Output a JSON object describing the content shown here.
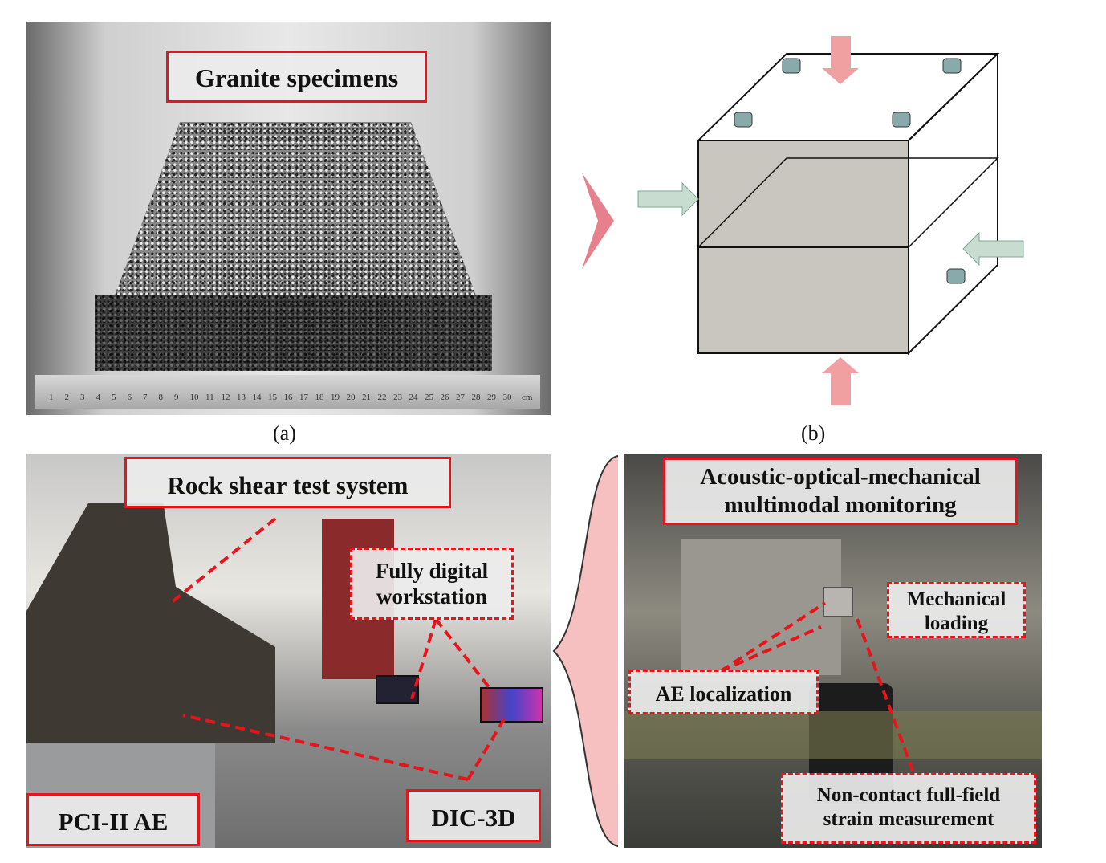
{
  "panel_a": {
    "label": "Granite specimens",
    "caption": "(a)",
    "ruler_numbers": [
      "1",
      "2",
      "3",
      "4",
      "5",
      "6",
      "7",
      "8",
      "9",
      "10",
      "11",
      "12",
      "13",
      "14",
      "15",
      "16",
      "17",
      "18",
      "19",
      "20",
      "21",
      "22",
      "23",
      "24",
      "25",
      "26",
      "27",
      "28",
      "29",
      "30"
    ],
    "ruler_unit": "cm"
  },
  "panel_b": {
    "caption": "(b)"
  },
  "panel_c": {
    "label": "Rock shear test system",
    "workstation": "Fully digital workstation",
    "ae": "PCI-II AE",
    "dic": "DIC-3D"
  },
  "panel_d": {
    "label": "Acoustic-optical-mechanical multimodal monitoring",
    "loading": "Mechanical loading",
    "ae_loc": "AE localization",
    "strain": "Non-contact full-field strain measurement"
  },
  "colors": {
    "label_border": "#e8141c",
    "arrow_pink": "#f0a0a0",
    "arrow_green": "#c8dcd0"
  }
}
